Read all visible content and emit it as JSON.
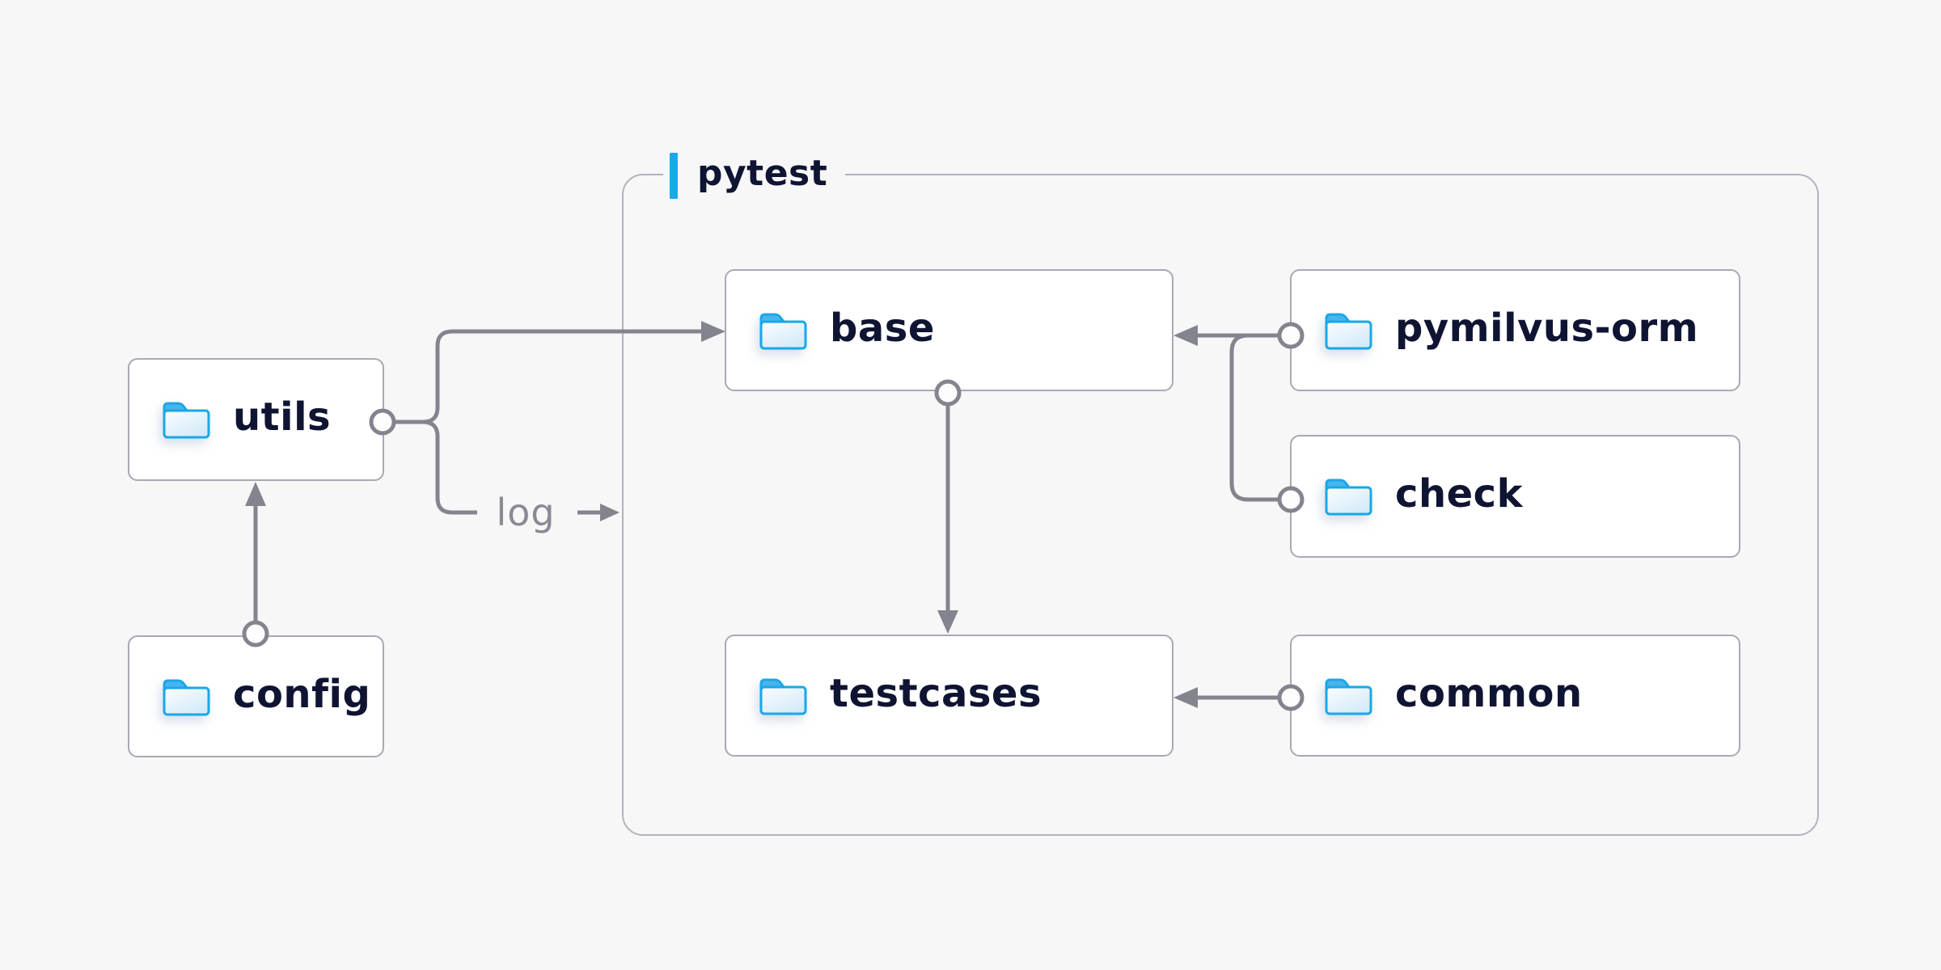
{
  "diagram": {
    "group": {
      "label": "pytest"
    },
    "nodes": {
      "utils": {
        "label": "utils",
        "icon": "folder-icon"
      },
      "config": {
        "label": "config",
        "icon": "folder-icon"
      },
      "base": {
        "label": "base",
        "icon": "folder-icon"
      },
      "pymilvus-orm": {
        "label": "pymilvus-orm",
        "icon": "folder-icon"
      },
      "check": {
        "label": "check",
        "icon": "folder-icon"
      },
      "testcases": {
        "label": "testcases",
        "icon": "folder-icon"
      },
      "common": {
        "label": "common",
        "icon": "folder-icon"
      }
    },
    "edge_labels": {
      "log": "log"
    },
    "edges": [
      {
        "from": "config",
        "to": "utils"
      },
      {
        "from": "utils",
        "to": "base"
      },
      {
        "from": "utils",
        "to": "pytest-group",
        "label": "log"
      },
      {
        "from": "pymilvus-orm",
        "to": "base"
      },
      {
        "from": "check",
        "to": "base"
      },
      {
        "from": "base",
        "to": "testcases"
      },
      {
        "from": "common",
        "to": "testcases"
      }
    ],
    "colors": {
      "background": "#f7f7f8",
      "node_fill": "#ffffff",
      "node_border": "#a9a9b4",
      "group_border": "#b3b3bd",
      "connector_line": "#84848e",
      "text": "#0f1432",
      "muted_text": "#8a8a94",
      "accent_blue": "#18a9ea",
      "folder_stroke": "#1aa7e8",
      "folder_tab_fill": "#49b4ec",
      "folder_body_fill": "#e3f1fb"
    }
  }
}
